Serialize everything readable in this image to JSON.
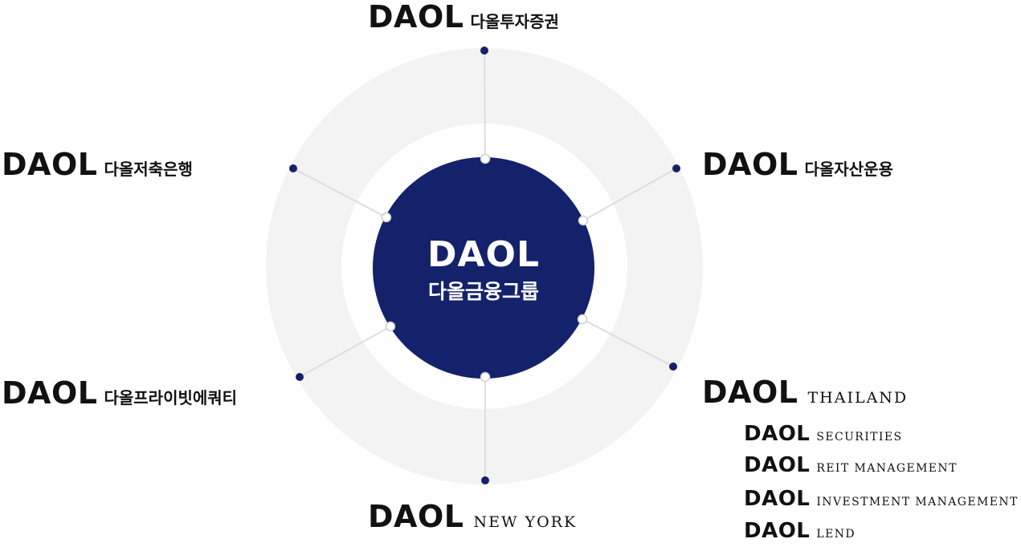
{
  "colors": {
    "navy": "#14216b",
    "ring": "#f3f3f3",
    "line": "#dddddd",
    "text": "#111111"
  },
  "center": {
    "brand": "DAOL",
    "name": "다올금융그룹"
  },
  "affiliates": {
    "top": {
      "brand": "DAOL",
      "name": "다올투자증권"
    },
    "upper_left": {
      "brand": "DAOL",
      "name": "다올저축은행"
    },
    "upper_right": {
      "brand": "DAOL",
      "name": "다올자산운용"
    },
    "lower_left": {
      "brand": "DAOL",
      "name": "다올프라이빗에쿼티"
    },
    "bottom": {
      "brand": "DAOL",
      "name": "NEW YORK"
    },
    "lower_right": {
      "brand": "DAOL",
      "name": "THAILAND",
      "subsidiaries": [
        {
          "brand": "DAOL",
          "name": "SECURITIES"
        },
        {
          "brand": "DAOL",
          "name": "REIT MANAGEMENT"
        },
        {
          "brand": "DAOL",
          "name": "INVESTMENT MANAGEMENT"
        },
        {
          "brand": "DAOL",
          "name": "LEND"
        }
      ]
    }
  }
}
